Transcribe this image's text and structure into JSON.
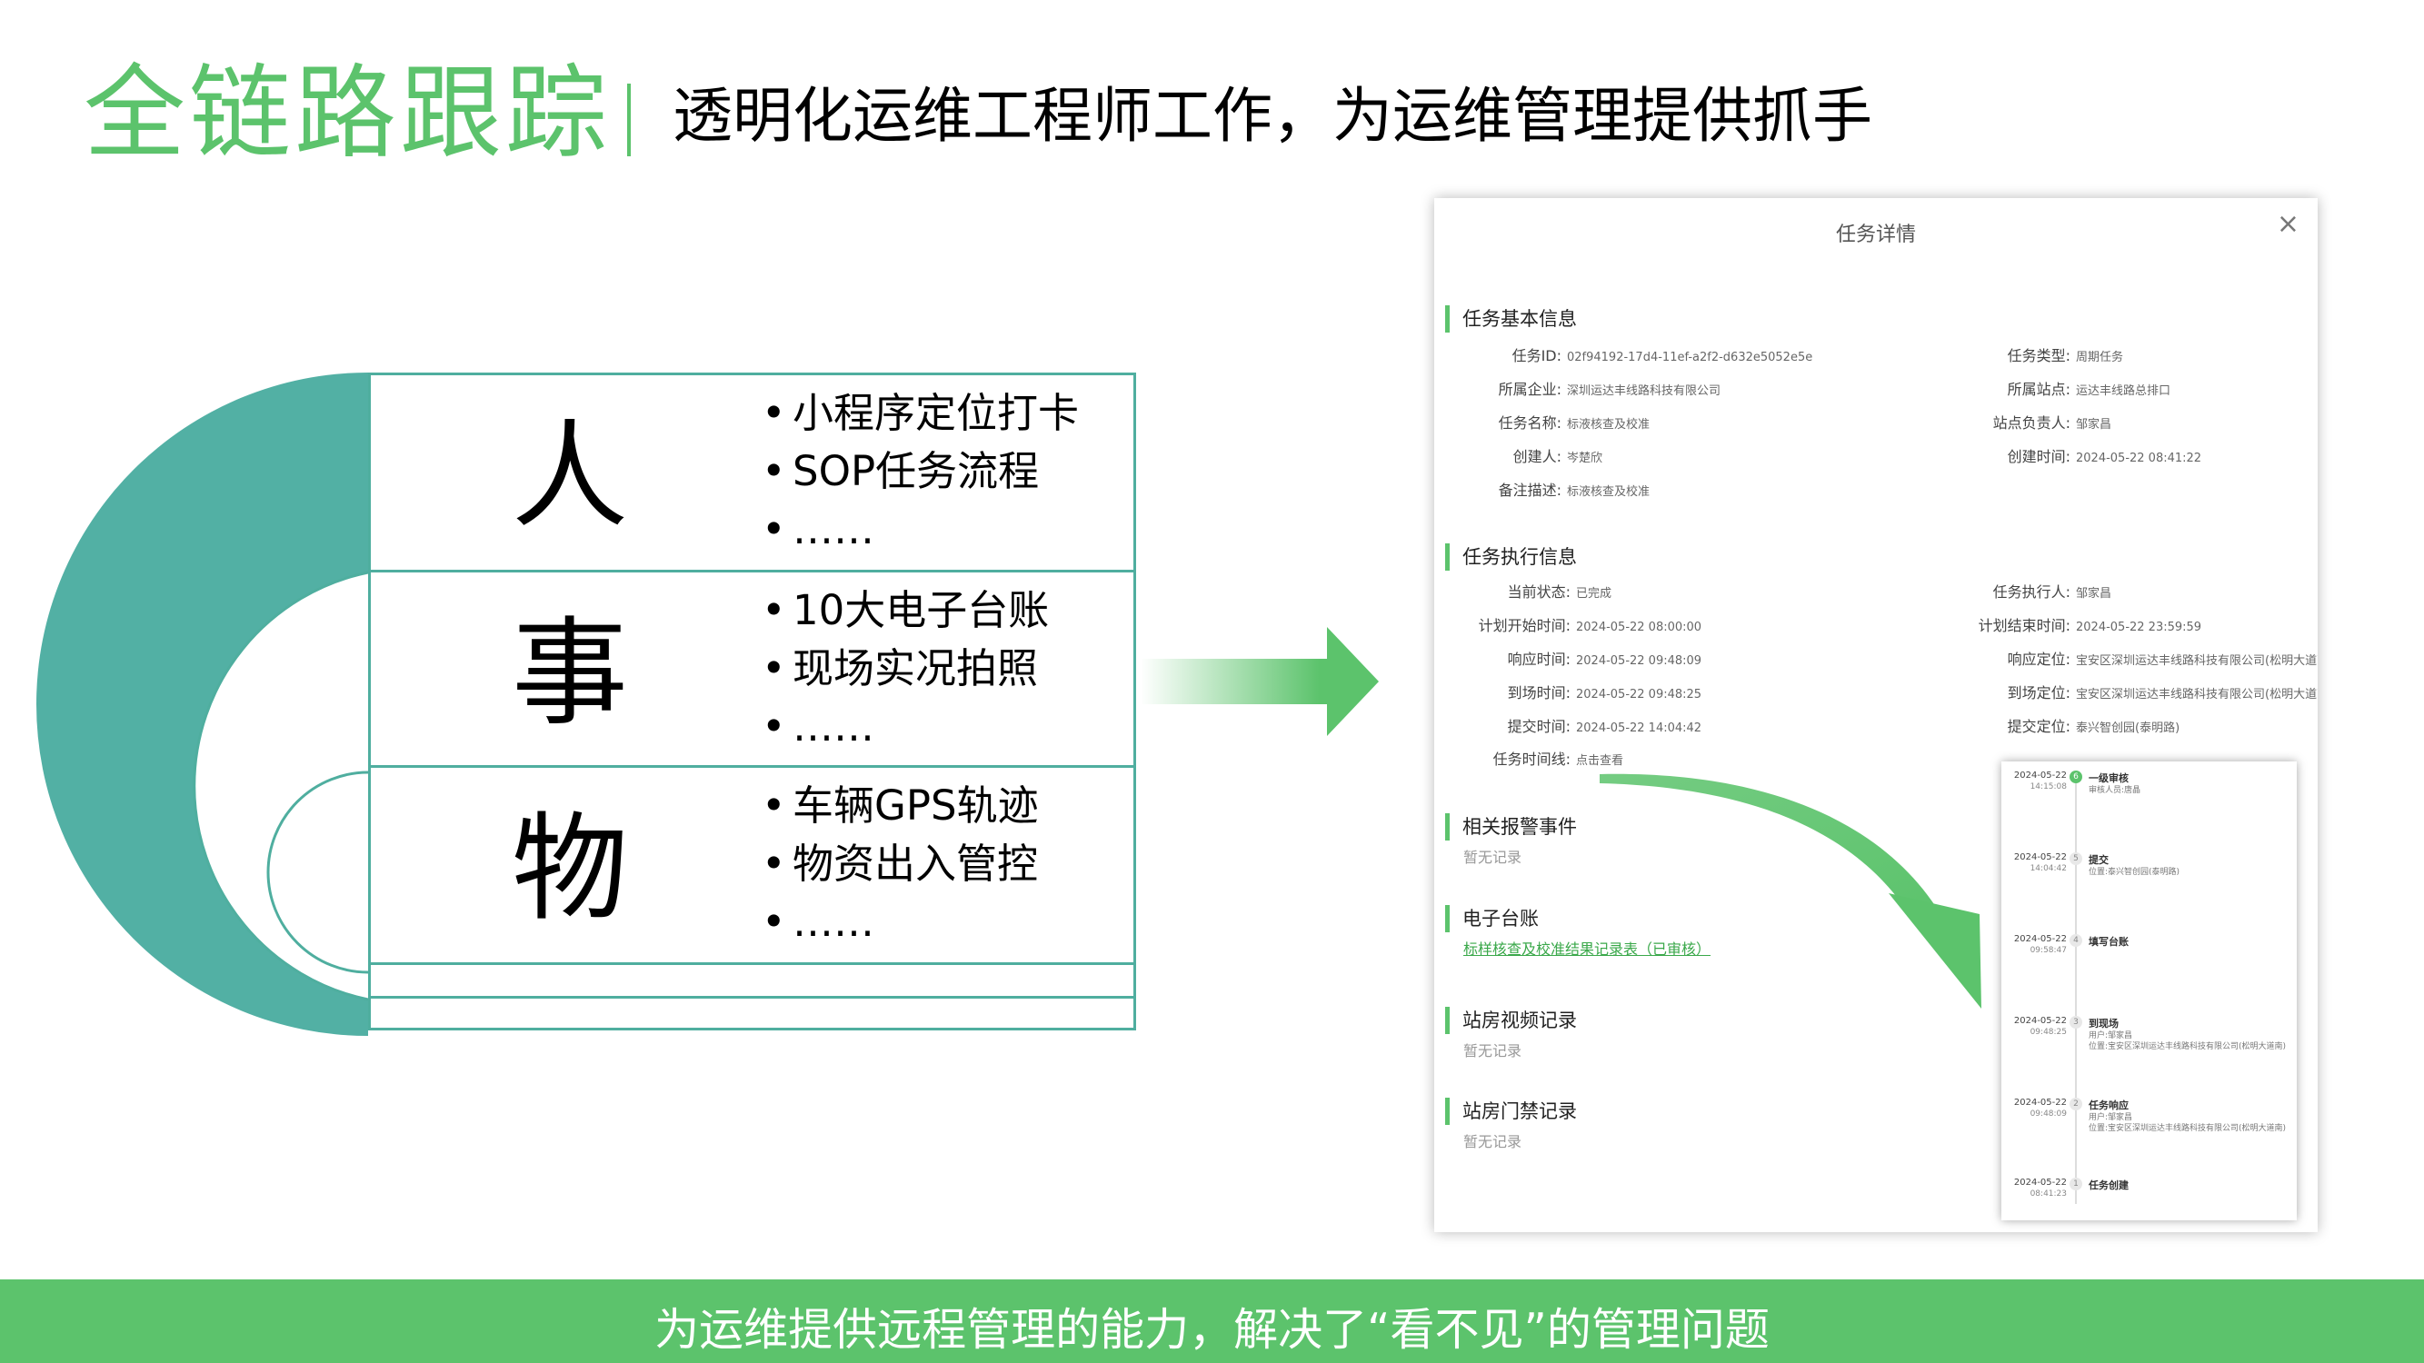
{
  "title": {
    "main": "全链路跟踪",
    "sub": "透明化运维工程师工作，为运维管理提供抓手"
  },
  "categories": [
    {
      "char": "人",
      "bullets": [
        "小程序定位打卡",
        "SOP任务流程",
        "……"
      ]
    },
    {
      "char": "事",
      "bullets": [
        "10大电子台账",
        "现场实况拍照",
        "……"
      ]
    },
    {
      "char": "物",
      "bullets": [
        "车辆GPS轨迹",
        "物资出入管控",
        "……"
      ]
    }
  ],
  "panel": {
    "title": "任务详情",
    "close": "×",
    "basic": {
      "heading": "任务基本信息",
      "left": [
        {
          "k": "任务ID:",
          "v": "02f94192-17d4-11ef-a2f2-d632e5052e5e"
        },
        {
          "k": "所属企业:",
          "v": "深圳运达丰线路科技有限公司"
        },
        {
          "k": "任务名称:",
          "v": "标液核查及校准"
        },
        {
          "k": "创建人:",
          "v": "岑楚欣"
        },
        {
          "k": "备注描述:",
          "v": "标液核查及校准"
        }
      ],
      "right": [
        {
          "k": "任务类型:",
          "v": "周期任务"
        },
        {
          "k": "所属站点:",
          "v": "运达丰线路总排口"
        },
        {
          "k": "站点负责人:",
          "v": "邹家昌"
        },
        {
          "k": "创建时间:",
          "v": "2024-05-22 08:41:22"
        }
      ]
    },
    "exec": {
      "heading": "任务执行信息",
      "left": [
        {
          "k": "当前状态:",
          "v": "已完成"
        },
        {
          "k": "计划开始时间:",
          "v": "2024-05-22 08:00:00"
        },
        {
          "k": "响应时间:",
          "v": "2024-05-22 09:48:09"
        },
        {
          "k": "到场时间:",
          "v": "2024-05-22 09:48:25"
        },
        {
          "k": "提交时间:",
          "v": "2024-05-22 14:04:42"
        }
      ],
      "right": [
        {
          "k": "任务执行人:",
          "v": "邹家昌"
        },
        {
          "k": "计划结束时间:",
          "v": "2024-05-22 23:59:59"
        },
        {
          "k": "响应定位:",
          "v": "宝安区深圳运达丰线路科技有限公司(松明大道南)"
        },
        {
          "k": "到场定位:",
          "v": "宝安区深圳运达丰线路科技有限公司(松明大道南)"
        },
        {
          "k": "提交定位:",
          "v": "泰兴智创园(泰明路)"
        }
      ],
      "timeline_label": "任务时间线:",
      "timeline_link": "点击查看"
    },
    "alarm": {
      "heading": "相关报警事件",
      "empty": "暂无记录"
    },
    "ledger": {
      "heading": "电子台账",
      "link": "标样核查及校准结果记录表（已审核）"
    },
    "video": {
      "heading": "站房视频记录",
      "empty": "暂无记录"
    },
    "access": {
      "heading": "站房门禁记录",
      "empty": "暂无记录"
    },
    "timeline": [
      {
        "date": "2024-05-22",
        "time": "14:15:08",
        "num": "6",
        "title": "一级审核",
        "subs": [
          "审核人员:唐晶"
        ]
      },
      {
        "date": "2024-05-22",
        "time": "14:04:42",
        "num": "5",
        "title": "提交",
        "subs": [
          "位置:泰兴智创园(泰明路)"
        ]
      },
      {
        "date": "2024-05-22",
        "time": "09:58:47",
        "num": "4",
        "title": "填写台账",
        "subs": []
      },
      {
        "date": "2024-05-22",
        "time": "09:48:25",
        "num": "3",
        "title": "到现场",
        "subs": [
          "用户:邹家昌",
          "位置:宝安区深圳运达丰线路科技有限公司(松明大道南)"
        ]
      },
      {
        "date": "2024-05-22",
        "time": "09:48:09",
        "num": "2",
        "title": "任务响应",
        "subs": [
          "用户:邹家昌",
          "位置:宝安区深圳运达丰线路科技有限公司(松明大道南)"
        ]
      },
      {
        "date": "2024-05-22",
        "time": "08:41:23",
        "num": "1",
        "title": "任务创建",
        "subs": []
      }
    ]
  },
  "footer": "为运维提供远程管理的能力，解决了“看不见”的管理问题",
  "colors": {
    "accent": "#5cc36c",
    "teal": "#4fae9f"
  }
}
